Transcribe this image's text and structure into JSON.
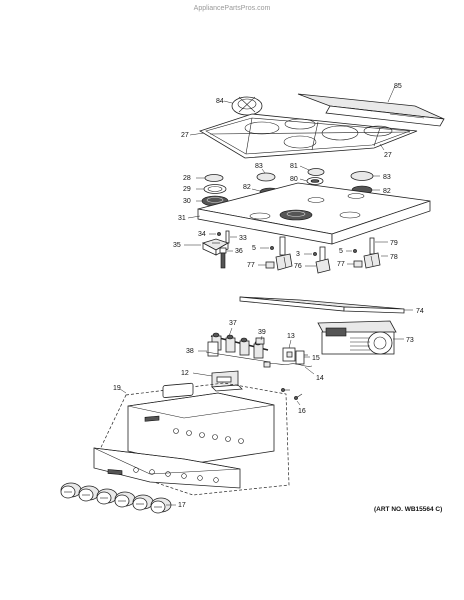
{
  "watermark": "AppliancePartsPros.com",
  "art_number": "(ART NO. WB15564 C)",
  "callouts": {
    "c84": "84",
    "c85": "85",
    "c27a": "27",
    "c27b": "27",
    "c83a": "83",
    "c81": "81",
    "c80": "80",
    "c83b": "83",
    "c28": "28",
    "c29": "29",
    "c30": "30",
    "c82a": "82",
    "c82b": "82",
    "c31": "31",
    "c34": "34",
    "c33": "33",
    "c35": "35",
    "c36": "36",
    "c5a": "5",
    "c5b": "5",
    "c79": "79",
    "c3": "3",
    "c78": "78",
    "c77a": "77",
    "c76": "76",
    "c77b": "77",
    "c74": "74",
    "c73": "73",
    "c37": "37",
    "c39": "39",
    "c13": "13",
    "c38": "38",
    "c15": "15",
    "c12": "12",
    "c14": "14",
    "c19": "19",
    "c16": "16",
    "c17": "17"
  }
}
